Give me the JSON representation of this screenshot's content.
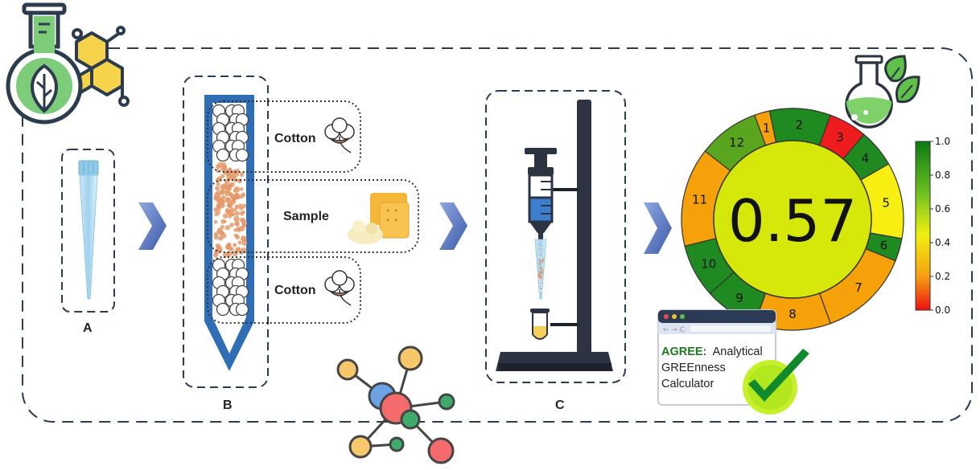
{
  "labels": {
    "a": "A",
    "b": "B",
    "c": "C",
    "cotton_top": "Cotton",
    "sample": "Sample",
    "cotton_bottom": "Cotton"
  },
  "agree": {
    "score": "0.57",
    "segments": [
      {
        "n": "1",
        "color": "#f6a10a"
      },
      {
        "n": "2",
        "color": "#1f8a1f"
      },
      {
        "n": "3",
        "color": "#ee1c1c"
      },
      {
        "n": "4",
        "color": "#1f8a1f"
      },
      {
        "n": "5",
        "color": "#f7ee12"
      },
      {
        "n": "6",
        "color": "#1f8a1f"
      },
      {
        "n": "7",
        "color": "#f6a10a"
      },
      {
        "n": "8",
        "color": "#f6a10a"
      },
      {
        "n": "9",
        "color": "#1f8a1f"
      },
      {
        "n": "10",
        "color": "#1f8a1f"
      },
      {
        "n": "11",
        "color": "#f6a10a"
      },
      {
        "n": "12",
        "color": "#5aa51e"
      }
    ],
    "center_color": "#d6e80a",
    "colorbar_ticks": [
      "1.0",
      "0.8",
      "0.6",
      "0.4",
      "0.2",
      "0.0"
    ]
  },
  "calculator": {
    "title_bold": "AGREE:",
    "title_rest": "Analytical",
    "line2": "GREEnness",
    "line3": "Calculator"
  },
  "colors": {
    "dash": "#2b3a55",
    "chevron": "#5a78c0",
    "tip_blue": "#2f6db5",
    "cotton": "#ffffff",
    "sample_dots": "#e5996a",
    "stand": "#2b3440"
  }
}
